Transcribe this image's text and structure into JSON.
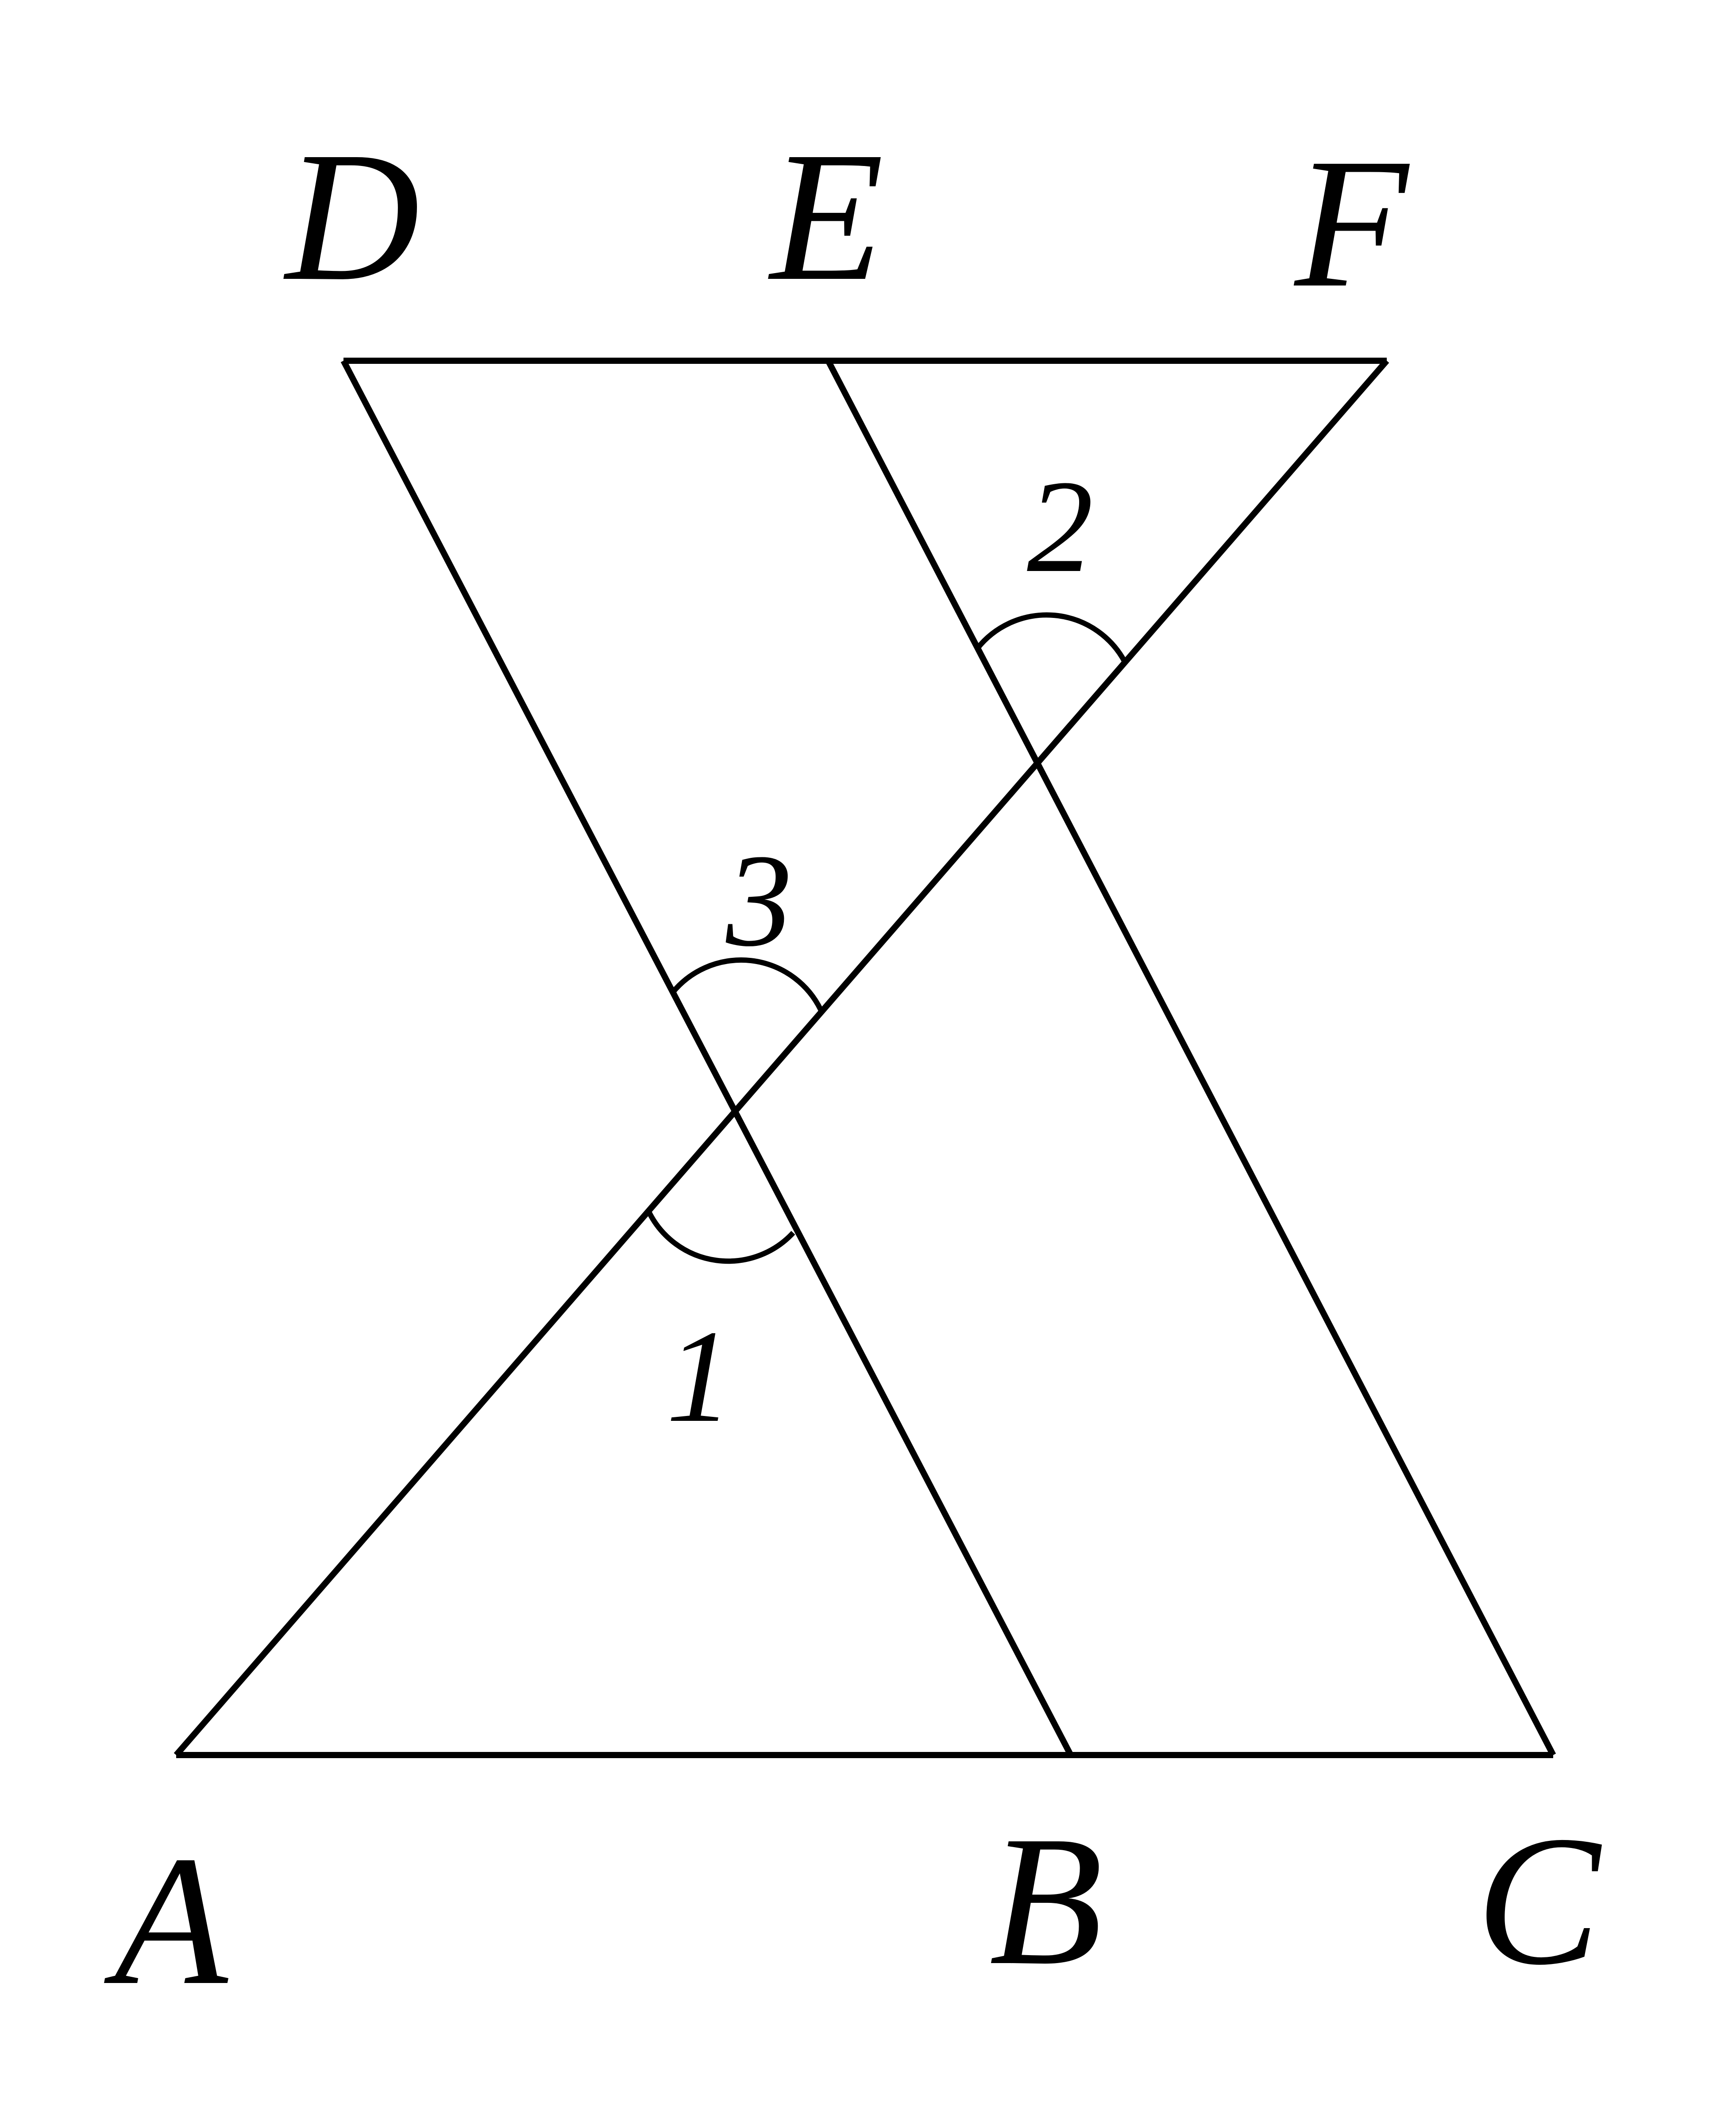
{
  "points": {
    "A": "A",
    "B": "B",
    "C": "C",
    "D": "D",
    "E": "E",
    "F": "F"
  },
  "angles": {
    "one": "1",
    "two": "2",
    "three": "3"
  },
  "colors": {
    "stroke": "#000000",
    "background": "#ffffff"
  }
}
